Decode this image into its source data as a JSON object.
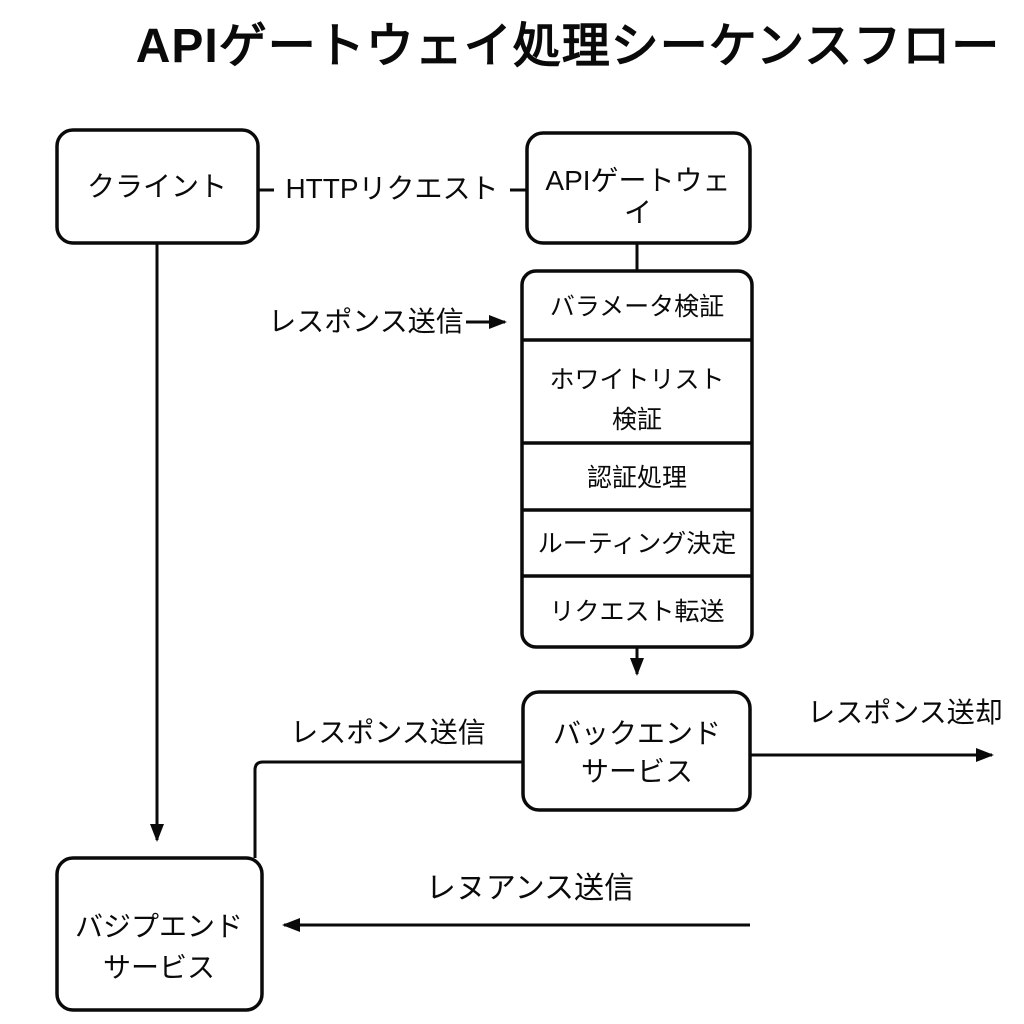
{
  "title": "APIゲートウェイ処理シーケンスフロー",
  "colors": {
    "background": "#ffffff",
    "stroke": "#0a0a0a",
    "text": "#0a0a0a"
  },
  "nodes": {
    "client": {
      "label": "クライント"
    },
    "api_gateway": {
      "label": "APIゲートウェイ",
      "line1": "APIゲートウェ",
      "line2": "イ"
    },
    "gateway_steps": [
      {
        "label": "バラメータ検証"
      },
      {
        "label": "ホワイトリスト検証",
        "line1": "ホワイトリスト",
        "line2": "検証"
      },
      {
        "label": "認証処理"
      },
      {
        "label": "ルーティング決定"
      },
      {
        "label": "リクエスト転送"
      }
    ],
    "backend_service": {
      "label": "バックエンドサービス",
      "line1": "バックエンド",
      "line2": "サービス"
    },
    "backend_service_bottom": {
      "label": "バジプエンドサービス",
      "line1": "バジプエンド",
      "line2": "サービス"
    }
  },
  "edges": {
    "http_request": "HTTPリクエスト",
    "response_to_steps": "レスポンス送信",
    "response_left": "レスポンス送信",
    "response_right": "レスポンス送却",
    "response_bottom": "レヌアンス送信"
  }
}
